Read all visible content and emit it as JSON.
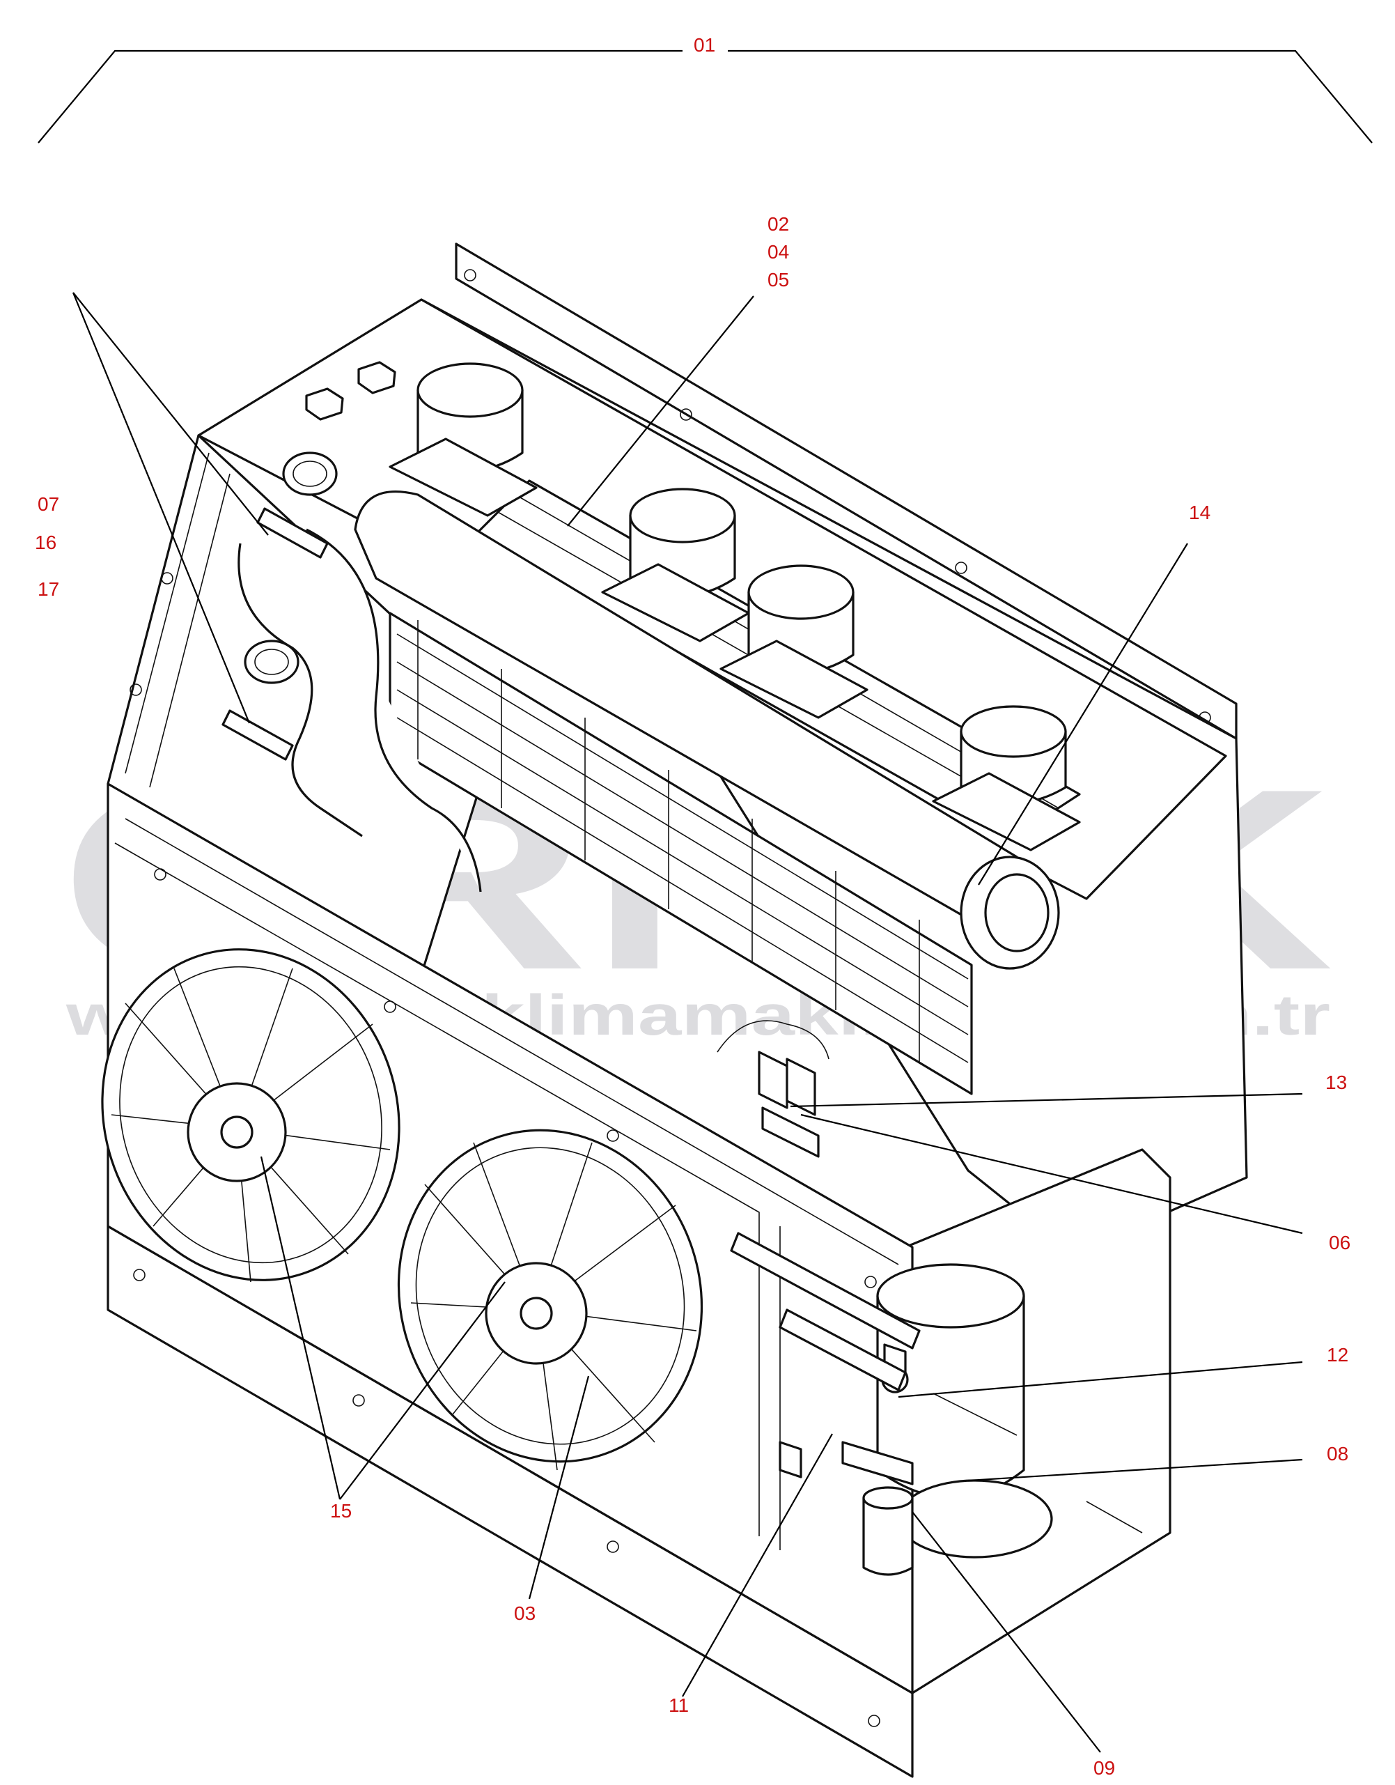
{
  "diagram": {
    "labels": {
      "l01": "01",
      "l02": "02",
      "l04": "04",
      "l05": "05",
      "l07": "07",
      "l16": "16",
      "l17": "17",
      "l14": "14",
      "l13": "13",
      "l06": "06",
      "l12": "12",
      "l08": "08",
      "l15": "15",
      "l03": "03",
      "l11": "11",
      "l09": "09"
    },
    "watermark": {
      "brand": "ÖRNEK",
      "url": "www.ornekklimamakinalari.com.tr"
    },
    "colors": {
      "callout_text": "#cc1111",
      "watermark": "#d4d4d8",
      "watermark_accent": "#f2c94c",
      "line": "#000000"
    }
  }
}
